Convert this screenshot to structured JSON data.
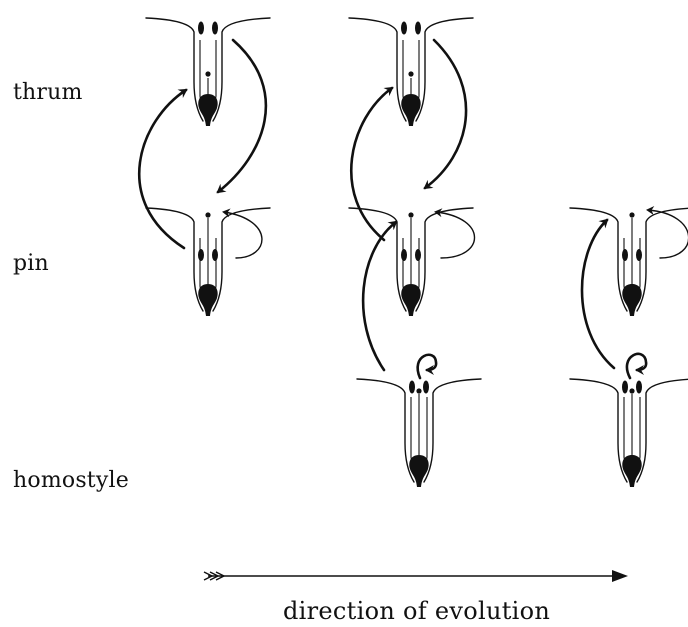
{
  "rows": {
    "thrum": "thrum",
    "pin": "pin",
    "homostyle": "homostyle"
  },
  "axis": {
    "label": "direction of evolution"
  },
  "colors": {
    "ink": "#111111",
    "background": "#ffffff"
  }
}
